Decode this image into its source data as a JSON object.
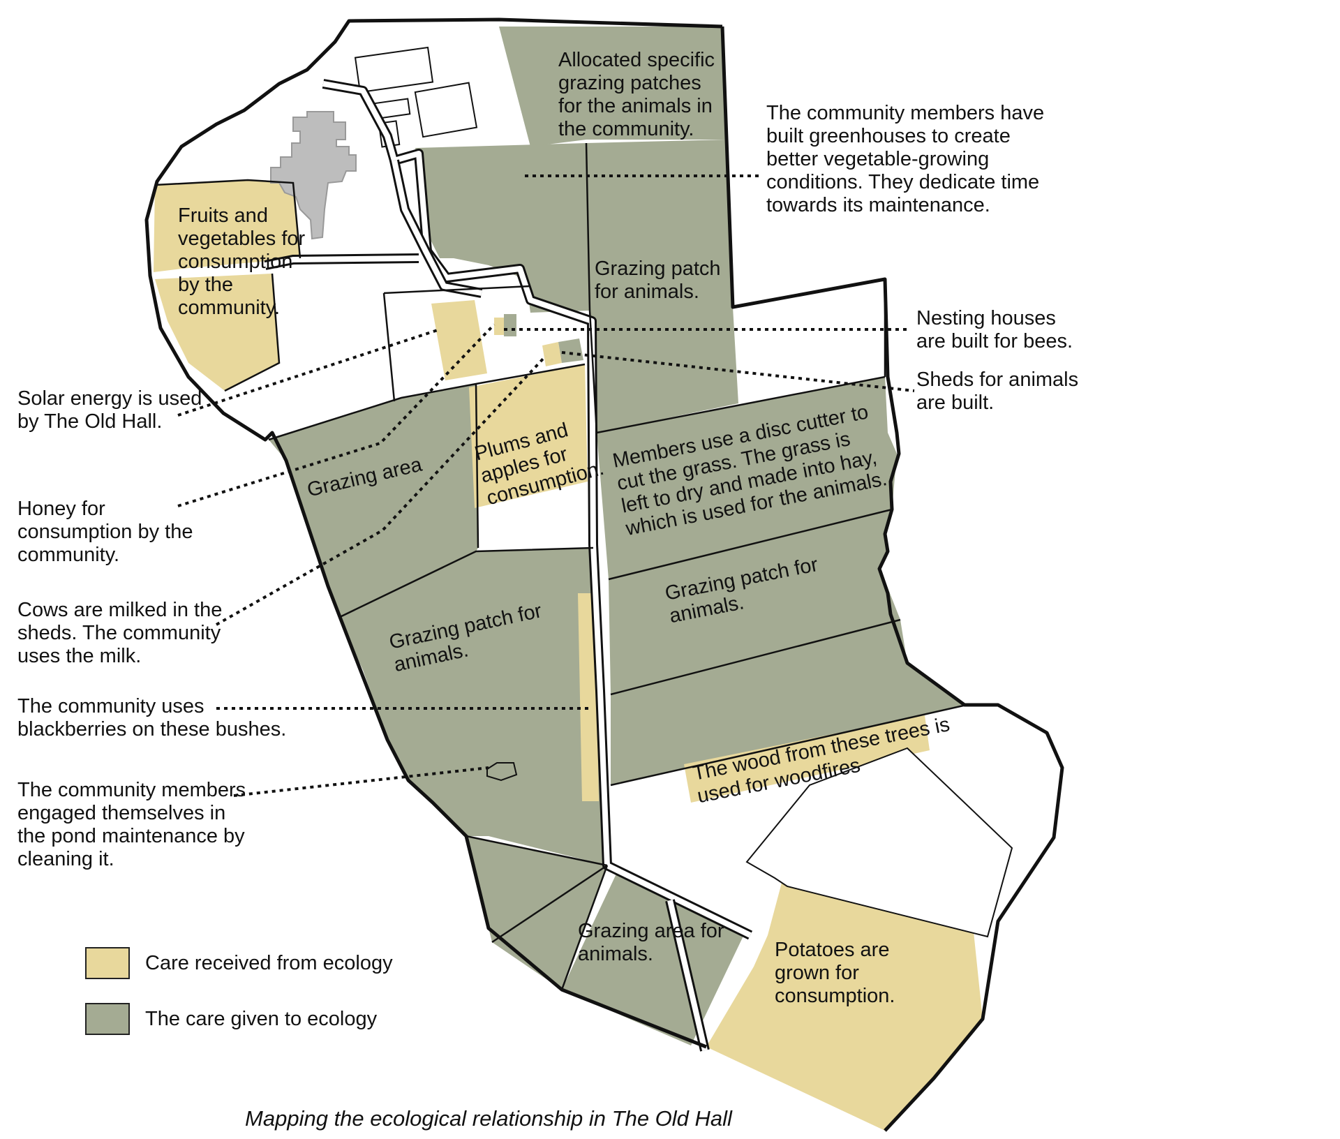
{
  "colors": {
    "care_given": "#a4ab93",
    "care_received": "#e8d89c",
    "outline": "#000000",
    "building": "#bdbdbd"
  },
  "map_labels": {
    "allocated_patches": [
      "Allocated specific",
      "grazing patches",
      "for the animals in",
      "the community."
    ],
    "fruits_vegetables": [
      "Fruits and",
      "vegetables for",
      "consumption",
      "by the",
      "community."
    ],
    "grazing_patch_north": [
      "Grazing patch",
      "for animals."
    ],
    "grazing_area_west": [
      "Grazing area"
    ],
    "plums_apples": [
      "Plums and",
      "apples for",
      "consumption."
    ],
    "disc_cutter": [
      "Members use a disc cutter to",
      "cut the grass. The grass is",
      "left to dry and made into hay,",
      "which is used for the animals."
    ],
    "grazing_patch_east": [
      "Grazing patch for",
      "animals."
    ],
    "grazing_patch_south": [
      "Grazing patch for",
      "animals."
    ],
    "wood_trees": [
      "The wood from these trees is",
      "used for woodfires"
    ],
    "grazing_area_south": [
      "Grazing area for",
      "animals."
    ],
    "potatoes": [
      "Potatoes are",
      "grown for",
      "consumption."
    ]
  },
  "annotations": {
    "greenhouses": [
      "The community members have",
      "built greenhouses to create",
      "better vegetable-growing",
      "conditions. They dedicate time",
      "towards its maintenance."
    ],
    "nesting": [
      "Nesting houses",
      "are built for bees."
    ],
    "sheds": [
      "Sheds for animals",
      "are built."
    ],
    "solar": [
      "Solar energy is used",
      "by The Old Hall."
    ],
    "honey": [
      "Honey for",
      "consumption by the",
      "community."
    ],
    "cows": [
      "Cows are milked in the",
      "sheds. The community",
      "uses the milk."
    ],
    "blackberries": [
      "The community uses",
      "blackberries on these bushes."
    ],
    "pond": [
      "The community members",
      "engaged themselves in",
      "the pond maintenance by",
      "cleaning it."
    ]
  },
  "legend": {
    "received": "Care received from ecology",
    "given": "The care given to ecology"
  },
  "caption": "Mapping the ecological relationship in The Old Hall"
}
